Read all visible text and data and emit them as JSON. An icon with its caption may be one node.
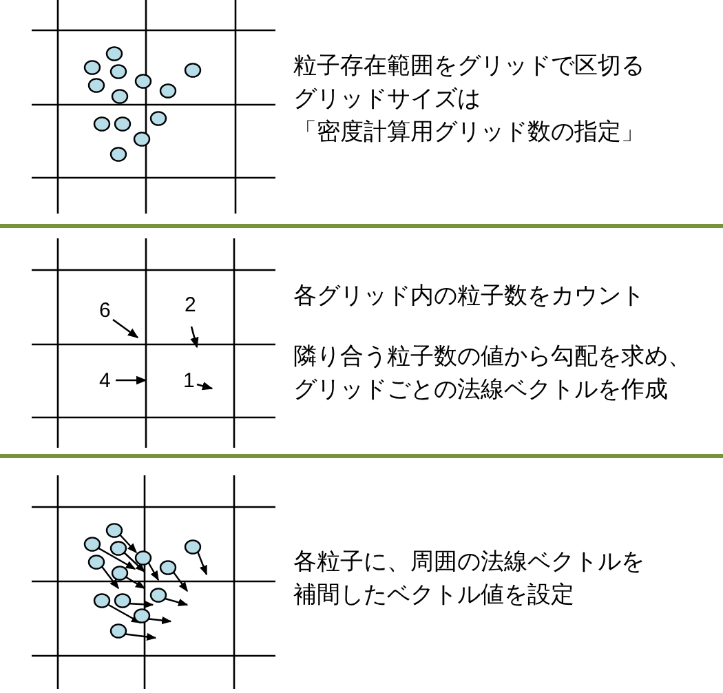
{
  "diagram": {
    "labels": [
      "粒子存在範囲をグリッドで区切る",
      "グリッドサイズは",
      "「密度計算用グリッド数の指定」",
      "6",
      "2",
      "4",
      "1",
      "各グリッド内の粒子数をカウント",
      "隣り合う粒子数の値から勾配を求め、グリッドごとの法線ベクトルを作成",
      "各粒子に、周囲の法線ベクトルを補間したベクトル値を設定"
    ]
  }
}
